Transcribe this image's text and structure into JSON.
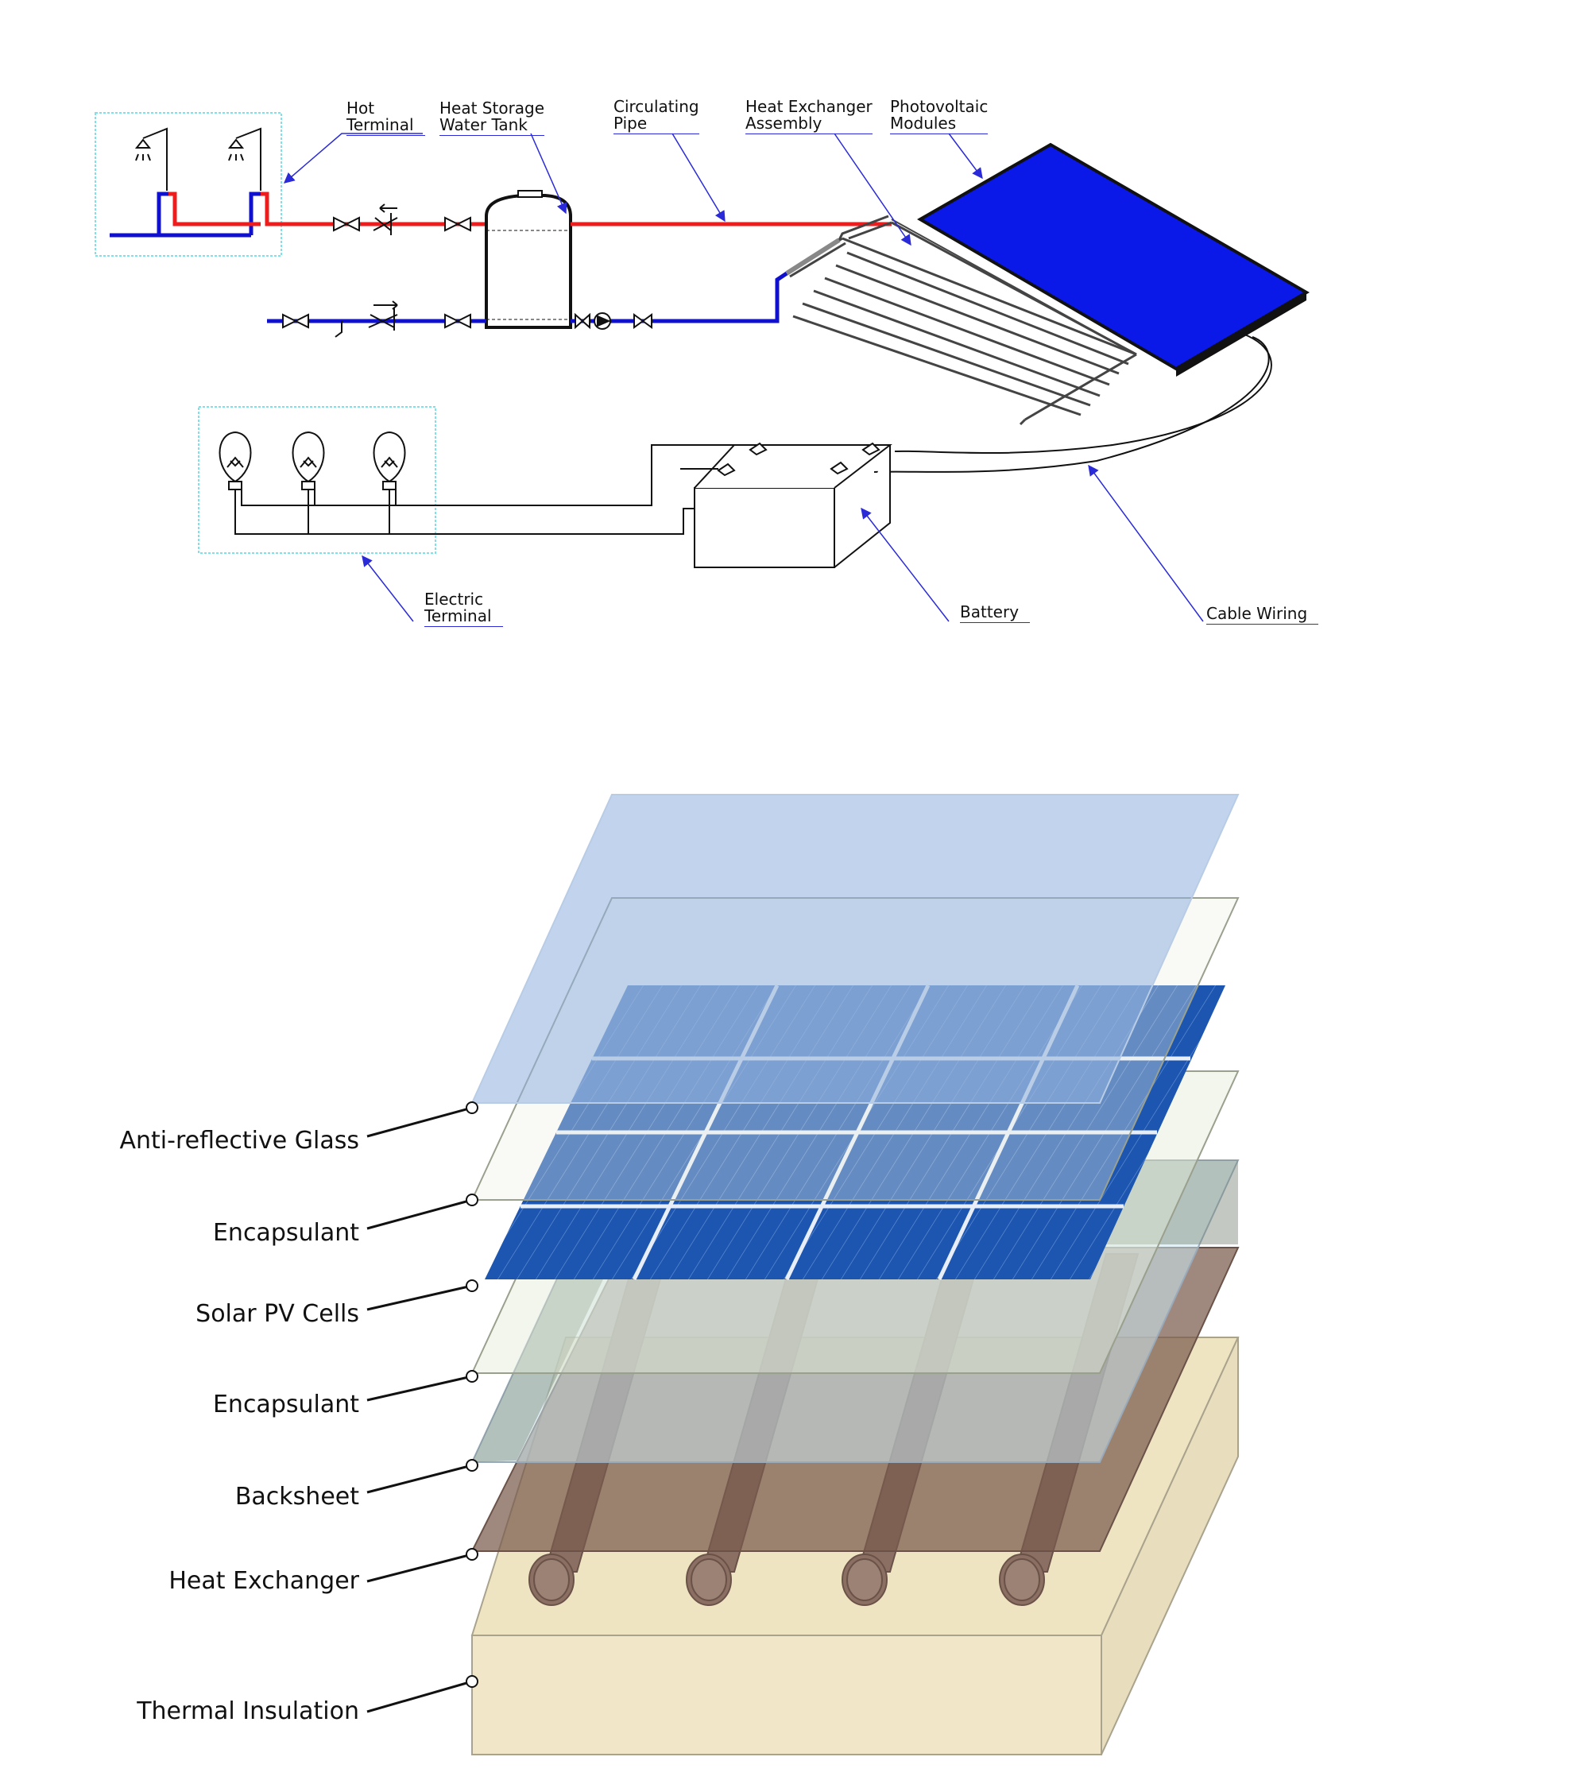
{
  "system_diagram": {
    "callouts": {
      "hot_terminal": [
        "Hot",
        "Terminal"
      ],
      "heat_storage_tank": [
        "Heat Storage",
        "Water Tank"
      ],
      "circulating_pipe": [
        "Circulating",
        "Pipe"
      ],
      "heat_exchanger_assembly": [
        "Heat Exchanger",
        "Assembly"
      ],
      "photovoltaic_modules": [
        "Photovoltaic",
        "Modules"
      ],
      "electric_terminal": [
        "Electric",
        "Terminal"
      ],
      "battery": [
        "Battery"
      ],
      "cable_wiring": [
        "Cable Wiring"
      ]
    },
    "colors": {
      "hot_pipe": "#ee1c1c",
      "cold_pipe": "#1010d0",
      "pv_module": "#0a18e8",
      "leader": "#2a2ad8",
      "terminal_box": "#7fe0e8"
    }
  },
  "layer_diagram": {
    "layers": [
      "Anti-reflective Glass",
      "Encapsulant",
      "Solar PV Cells",
      "Encapsulant",
      "Backsheet",
      "Heat Exchanger",
      "Thermal Insulation"
    ],
    "colors": {
      "glass": "#a9c2e4",
      "encapsulant": "#eef2e4",
      "cells": "#1a4fa8",
      "encapsulant_2": "#d8f0f4",
      "backsheet": "#8a9888",
      "heat_exchanger": "#8a6f62",
      "insulation": "#efe4c2"
    }
  }
}
